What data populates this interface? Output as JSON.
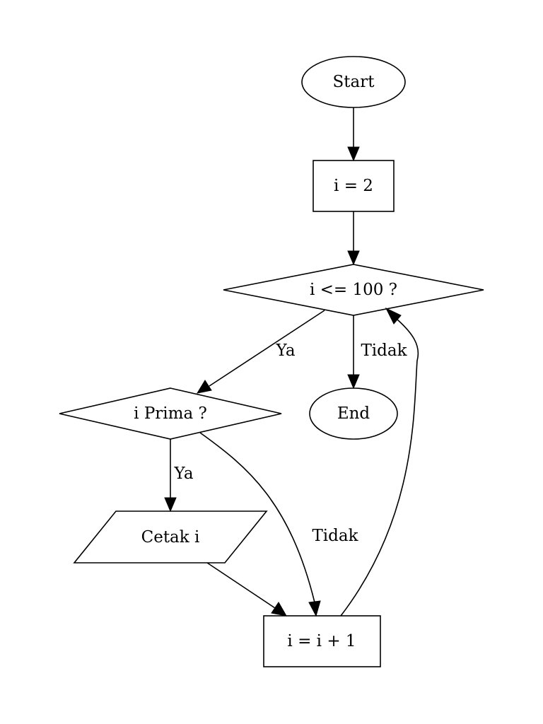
{
  "nodes": {
    "start": "Start",
    "init": "i = 2",
    "loop_check": "i <= 100 ?",
    "prime_check": "i Prima ?",
    "end": "End",
    "print": "Cetak i",
    "increment": "i = i + 1"
  },
  "edges": {
    "loop_yes": "Ya",
    "loop_no": "Tidak",
    "prime_yes": "Ya",
    "prime_no": "Tidak"
  }
}
